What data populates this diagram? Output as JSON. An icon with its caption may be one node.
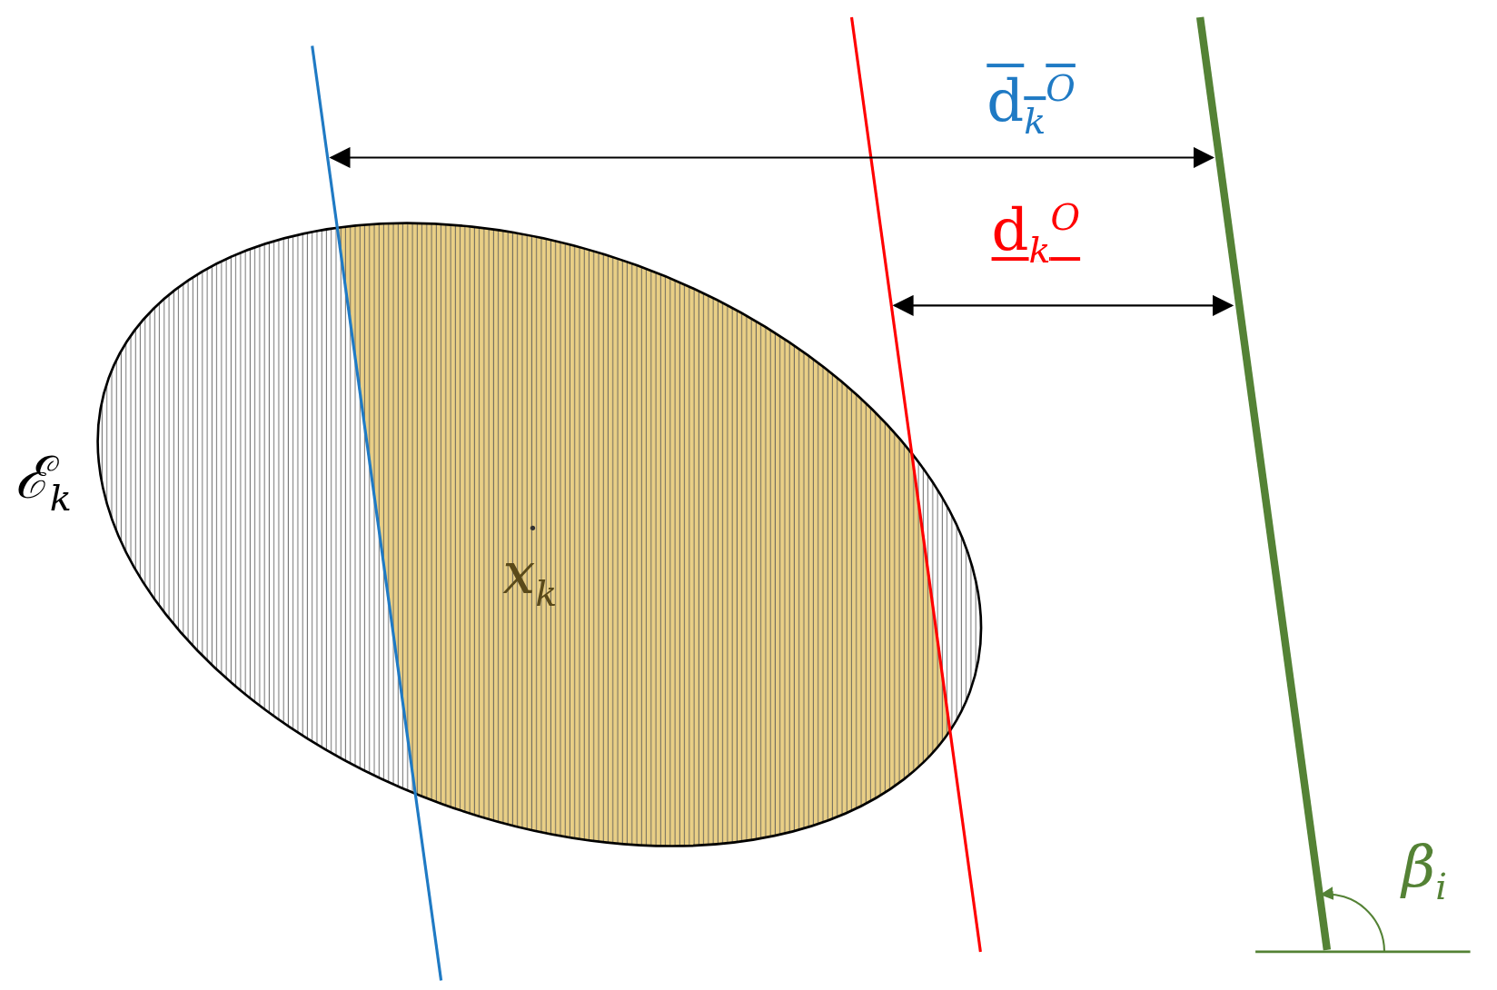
{
  "diagram": {
    "labels": [
      "d$_{k}$$^{O}$",
      "d$_{k}$$^{O}$",
      "ℰ$_{k}$",
      "x$_{k}$",
      "β$_{i}$"
    ]
  }
}
